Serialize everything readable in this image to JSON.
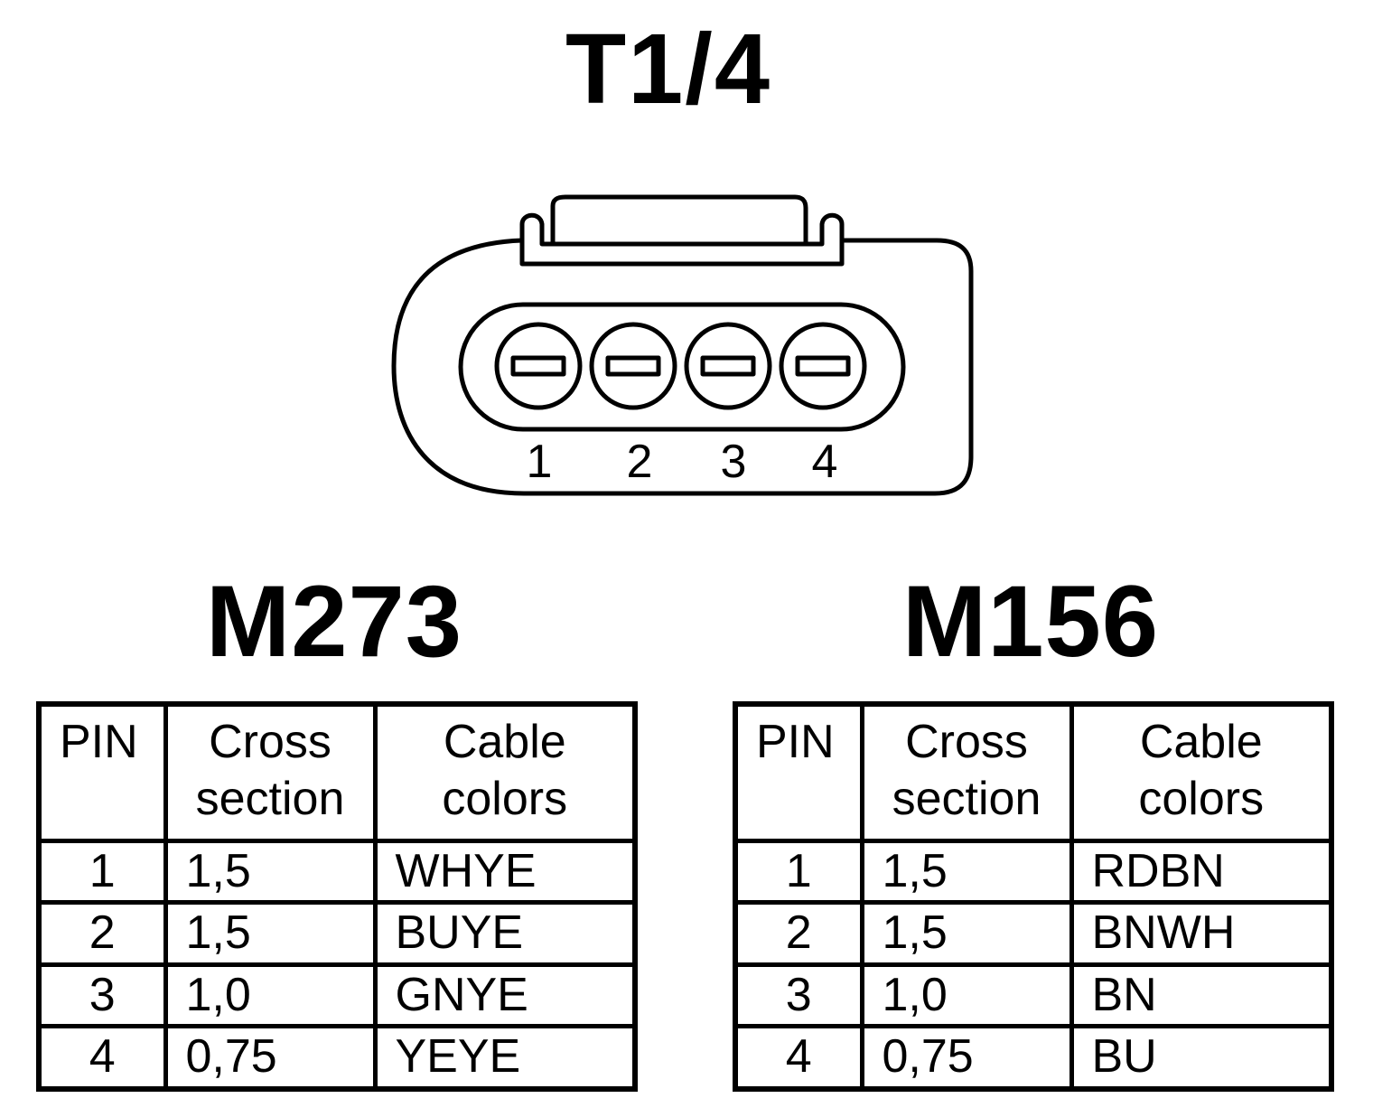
{
  "connector": {
    "title": "T1/4",
    "pins": [
      {
        "number": "1"
      },
      {
        "number": "2"
      },
      {
        "number": "3"
      },
      {
        "number": "4"
      }
    ]
  },
  "table_headers": {
    "pin": "PIN",
    "cross_line1": "Cross",
    "cross_line2": "section",
    "color_line1": "Cable",
    "color_line2": "colors"
  },
  "m273": {
    "title": "M273",
    "rows": [
      {
        "pin": "1",
        "cross_section": "1,5",
        "cable_color": "WHYE"
      },
      {
        "pin": "2",
        "cross_section": "1,5",
        "cable_color": "BUYE"
      },
      {
        "pin": "3",
        "cross_section": "1,0",
        "cable_color": "GNYE"
      },
      {
        "pin": "4",
        "cross_section": "0,75",
        "cable_color": "YEYE"
      }
    ]
  },
  "m156": {
    "title": "M156",
    "rows": [
      {
        "pin": "1",
        "cross_section": "1,5",
        "cable_color": "RDBN"
      },
      {
        "pin": "2",
        "cross_section": "1,5",
        "cable_color": "BNWH"
      },
      {
        "pin": "3",
        "cross_section": "1,0",
        "cable_color": "BN"
      },
      {
        "pin": "4",
        "cross_section": "0,75",
        "cable_color": "BU"
      }
    ]
  }
}
